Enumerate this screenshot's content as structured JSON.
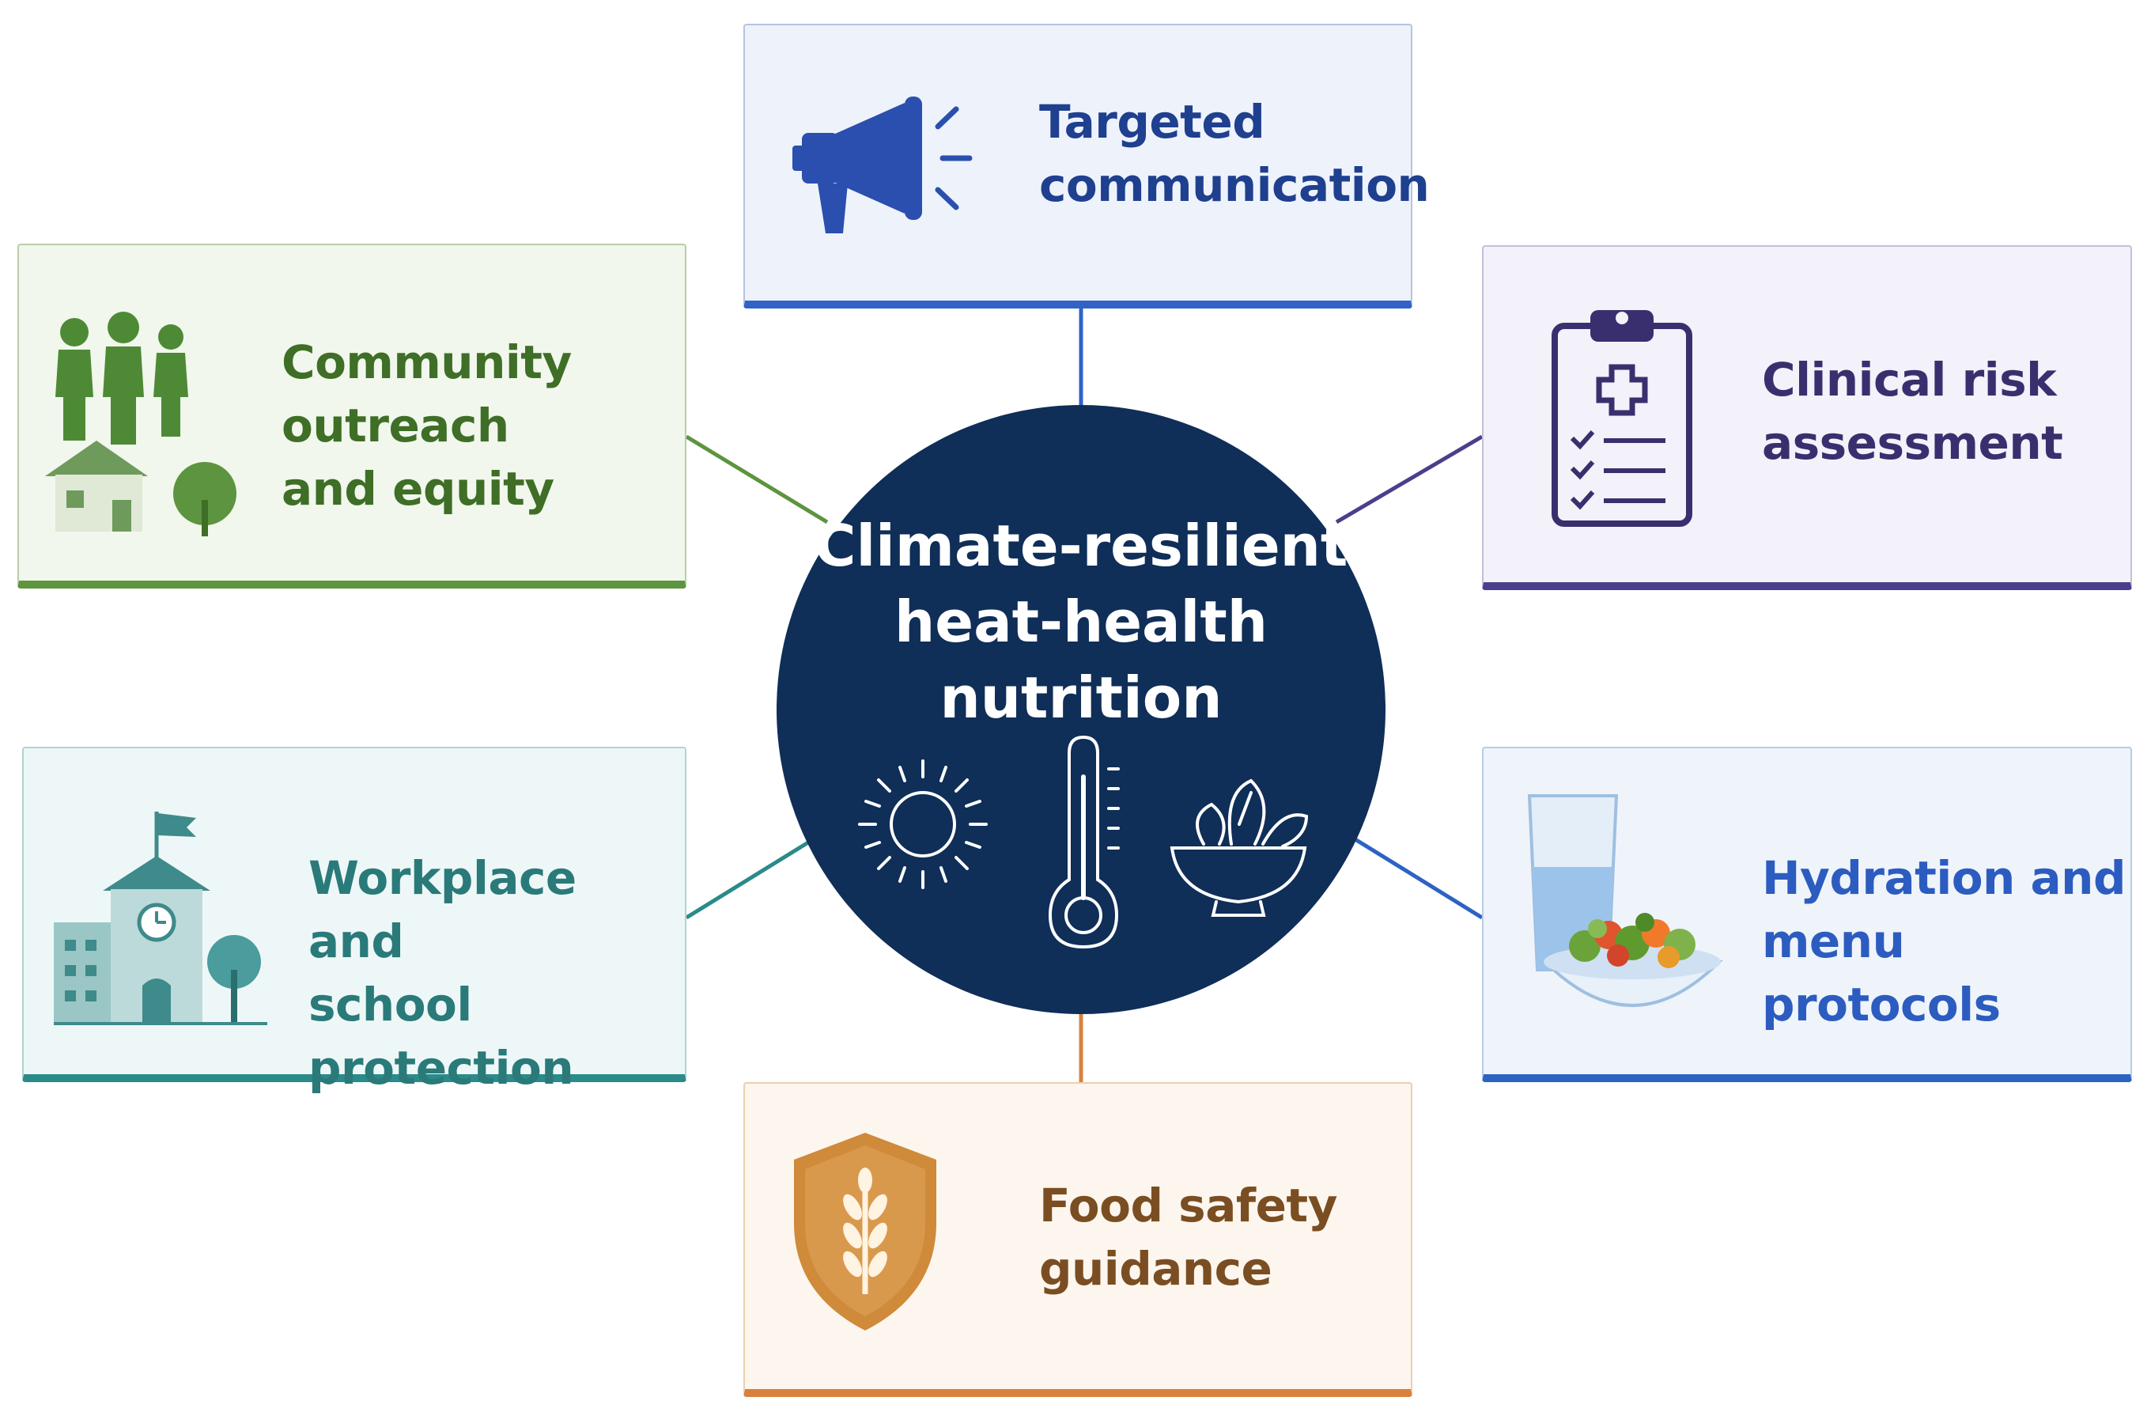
{
  "center": {
    "title": "Climate-resilient\nheat-health\nnutrition",
    "color": "#0f2e58",
    "icons": [
      "sun-icon",
      "thermometer-icon",
      "salad-bowl-icon"
    ]
  },
  "cards": {
    "top": {
      "label": "Targeted\ncommunication",
      "icon": "megaphone-icon",
      "color": "#1f3f8f"
    },
    "top_left": {
      "label": "Community outreach\nand equity",
      "icon": "people-house-tree-icon",
      "color": "#3f6e27"
    },
    "top_right": {
      "label": "Clinical risk\nassessment",
      "icon": "clipboard-medical-icon",
      "color": "#3a2f6e"
    },
    "bottom_left": {
      "label": "Workplace and\nschool protection",
      "icon": "school-building-icon",
      "color": "#2a7a7a"
    },
    "bottom_right": {
      "label": "Hydration and\nmenu protocols",
      "icon": "water-glass-salad-icon",
      "color": "#2c5cc0"
    },
    "bottom": {
      "label": "Food safety\nguidance",
      "icon": "shield-wheat-icon",
      "color": "#7a4e22"
    }
  }
}
